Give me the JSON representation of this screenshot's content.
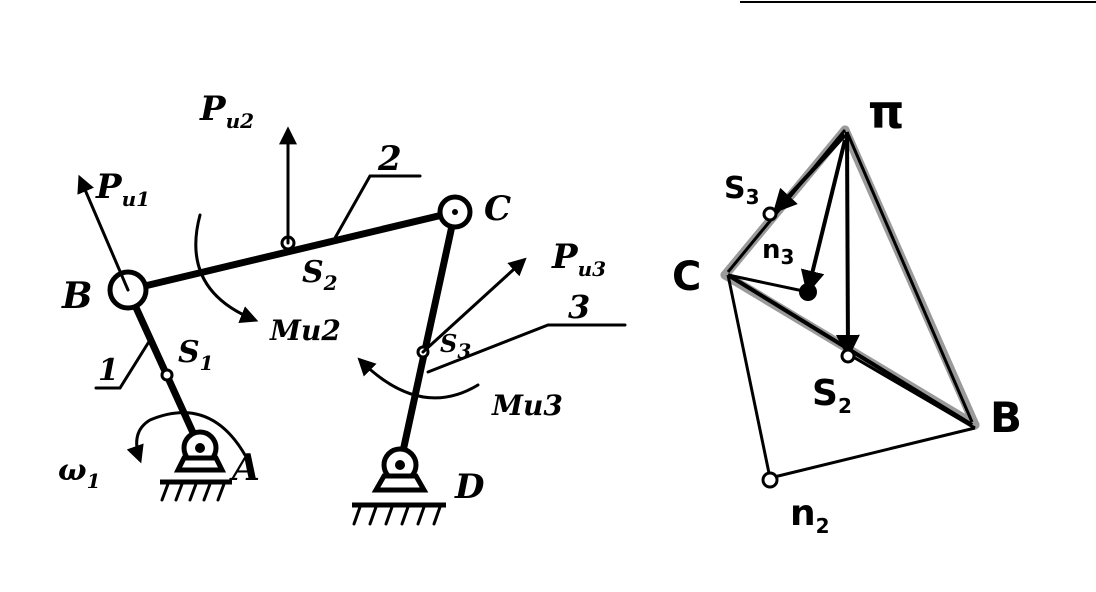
{
  "mechanism": {
    "labels": {
      "B": "B",
      "C": "C",
      "D": "D",
      "A": "A",
      "S1": "S",
      "S1_sub": "1",
      "S2": "S",
      "S2_sub": "2",
      "S3": "S",
      "S3_sub": "3",
      "link1": "1",
      "link2": "2",
      "link3": "3",
      "P1": "P",
      "P1_sub": "и1",
      "P2": "P",
      "P2_sub": "и2",
      "P3": "P",
      "P3_sub": "и3",
      "M2": "Mи2",
      "M3": "Mи3",
      "omega": "ω",
      "omega_sub": "1"
    }
  },
  "velocity_plan": {
    "labels": {
      "pole": "π",
      "C": "C",
      "B": "B",
      "S2": "S",
      "S2_sub": "2",
      "S3": "S",
      "S3_sub": "3",
      "n2": "n",
      "n2_sub": "2",
      "n3": "n",
      "n3_sub": "3"
    }
  },
  "decor": {
    "line_color": "#000000",
    "plan_highlight_color": "#9a9a9a"
  }
}
